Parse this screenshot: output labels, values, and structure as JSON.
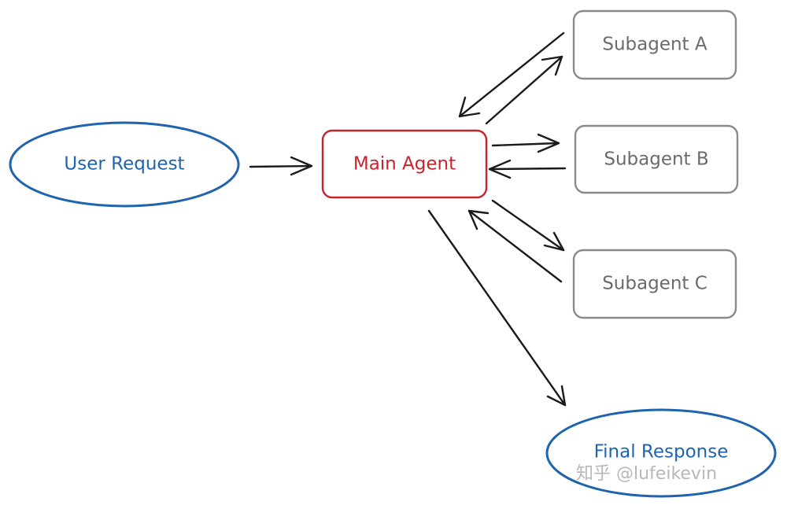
{
  "nodes": {
    "user_request": {
      "label": "User Request",
      "color": "#1f64ad",
      "shape": "ellipse"
    },
    "main_agent": {
      "label": "Main Agent",
      "color": "#c8242b",
      "shape": "rounded-rect"
    },
    "subagent_a": {
      "label": "Subagent A",
      "color": "#8a8a8a",
      "shape": "rounded-rect"
    },
    "subagent_b": {
      "label": "Subagent B",
      "color": "#8a8a8a",
      "shape": "rounded-rect"
    },
    "subagent_c": {
      "label": "Subagent C",
      "color": "#8a8a8a",
      "shape": "rounded-rect"
    },
    "final_response": {
      "label": "Final Response",
      "color": "#1f64ad",
      "shape": "ellipse"
    }
  },
  "edges": [
    {
      "from": "user_request",
      "to": "main_agent"
    },
    {
      "from": "main_agent",
      "to": "subagent_a"
    },
    {
      "from": "subagent_a",
      "to": "main_agent"
    },
    {
      "from": "main_agent",
      "to": "subagent_b"
    },
    {
      "from": "subagent_b",
      "to": "main_agent"
    },
    {
      "from": "main_agent",
      "to": "subagent_c"
    },
    {
      "from": "subagent_c",
      "to": "main_agent"
    },
    {
      "from": "main_agent",
      "to": "final_response"
    }
  ],
  "watermark": {
    "text": "知乎 @lufeikevin"
  }
}
